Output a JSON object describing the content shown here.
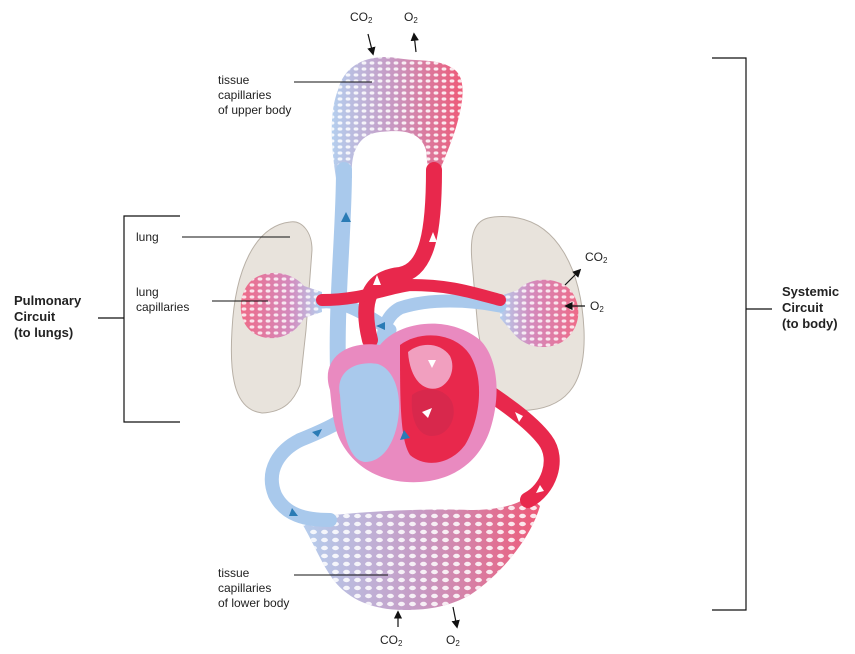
{
  "labels": {
    "upper_tissue": [
      "tissue",
      "capillaries",
      "of upper body"
    ],
    "lung": "lung",
    "lung_capillaries": [
      "lung",
      "capillaries"
    ],
    "lower_tissue": [
      "tissue",
      "capillaries",
      "of lower body"
    ],
    "pulmonary": [
      "Pulmonary",
      "Circuit",
      "(to lungs)"
    ],
    "systemic": [
      "Systemic",
      "Circuit",
      "(to body)"
    ]
  },
  "gases": {
    "co2": "CO",
    "co2_sub": "2",
    "o2": "O",
    "o2_sub": "2"
  },
  "colors": {
    "oxygenated": "#e8284c",
    "deoxygenated": "#a9c9ec",
    "capillary_mix": "#c98db7",
    "heart_outer": "#e98ac0",
    "lung_tissue": "#e8e3dc",
    "flow_arrow": "#2a7bb5"
  }
}
